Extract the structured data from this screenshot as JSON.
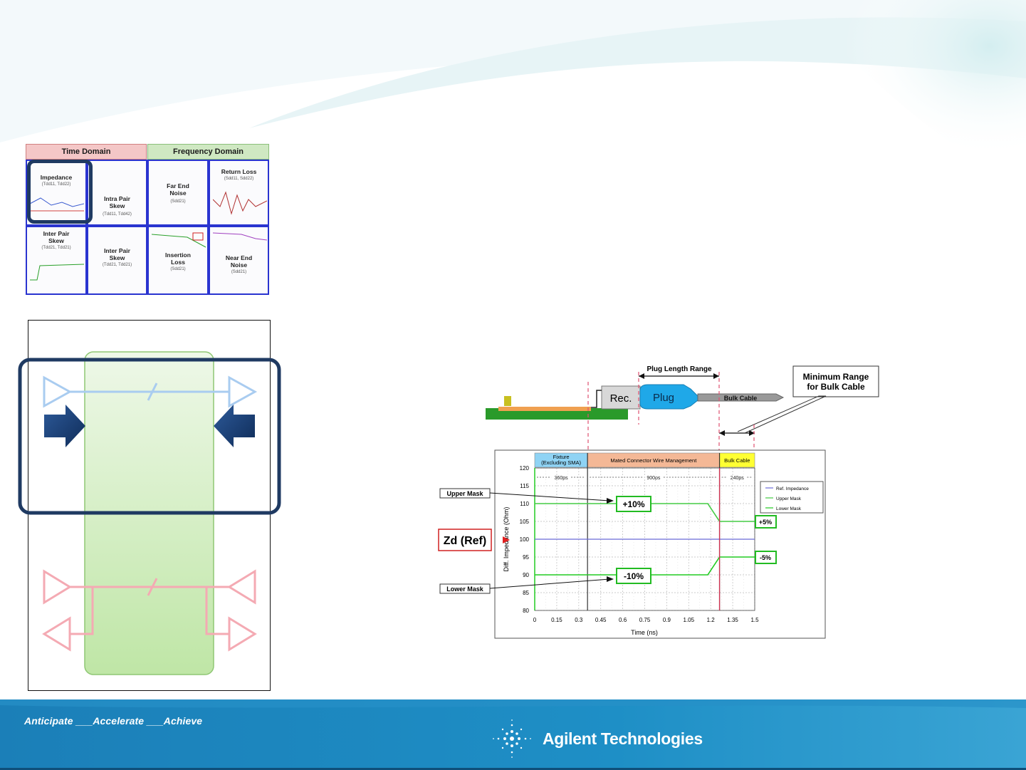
{
  "thumbnail": {
    "time_domain": "Time Domain",
    "frequency_domain": "Frequency Domain",
    "cells": [
      {
        "title": "Impedance",
        "sub": "(Tdd11, Tdd22)"
      },
      {
        "title": "Intra Pair\nSkew",
        "sub": "(Tdd11, Tdd42)"
      },
      {
        "title": "Far End\nNoise",
        "sub": "(Sdd21)"
      },
      {
        "title": "Return Loss",
        "sub": "(Sdd11, Sdd22)"
      },
      {
        "title": "Inter Pair\nSkew",
        "sub": "(Tdd21, Tdd21)"
      },
      {
        "title": "Inter Pair\nSkew",
        "sub": "(Tdd21, Tdd21)"
      },
      {
        "title": "Insertion\nLoss",
        "sub": "(Sdd21)"
      },
      {
        "title": "Near End\nNoise",
        "sub": "(Sdd21)"
      }
    ]
  },
  "plug_diagram": {
    "plug_length_range": "Plug Length Range",
    "minimum_range": "Minimum Range\nfor Bulk Cable",
    "rec": "Rec.",
    "plug": "Plug",
    "bulk_cable": "Bulk Cable"
  },
  "chart_data": {
    "type": "line",
    "xlabel": "Time (ns)",
    "ylabel": "Diff. Impedance (Ohm)",
    "xlim": [
      0,
      1.5
    ],
    "ylim": [
      80,
      120
    ],
    "x_ticks": [
      "0",
      "0.15",
      "0.3",
      "0.45",
      "0.6",
      "0.75",
      "0.9",
      "1.05",
      "1.2",
      "1.35",
      "1.5"
    ],
    "y_ticks": [
      "80",
      "85",
      "90",
      "95",
      "100",
      "105",
      "110",
      "115",
      "120"
    ],
    "regions": [
      {
        "label": "Fixture\n(Excluding SMA)",
        "from": 0,
        "to": 0.36,
        "color": "#8fd3f4"
      },
      {
        "label": "Mated Connector  Wire Management",
        "from": 0.36,
        "to": 1.26,
        "color": "#f4b896"
      },
      {
        "label": "Bulk Cable",
        "from": 1.26,
        "to": 1.5,
        "color": "#ffff33"
      }
    ],
    "durations": [
      "360ps",
      "900ps",
      "240ps"
    ],
    "legend": [
      "Ref. Impedance",
      "Upper Mask",
      "Lower Mask"
    ],
    "legend_position": "right",
    "series": [
      {
        "name": "Ref. Impedance",
        "color": "#6a6ad8",
        "x": [
          0,
          1.5
        ],
        "y": [
          100,
          100
        ]
      },
      {
        "name": "Upper Mask",
        "color": "#44cc44",
        "x": [
          0,
          1.18,
          1.26,
          1.5
        ],
        "y": [
          110,
          110,
          105,
          105
        ]
      },
      {
        "name": "Lower Mask",
        "color": "#22cc22",
        "x": [
          0,
          1.18,
          1.26,
          1.5
        ],
        "y": [
          90,
          90,
          95,
          95
        ]
      }
    ],
    "annotations": {
      "upper_mask": "Upper Mask",
      "lower_mask": "Lower Mask",
      "zd_ref": "Zd (Ref)",
      "plus10": "+10%",
      "minus10": "-10%",
      "plus5": "+5%",
      "minus5": "-5%"
    }
  },
  "footer": {
    "tagline": "Anticipate ___Accelerate ___Achieve",
    "company": "Agilent Technologies"
  },
  "colors": {
    "footer_blue": "#1b86bd",
    "highlight_navy": "#1f3a62",
    "green_box": "#c6e8b4",
    "light_blue_arrow": "#a9ccf0",
    "pink_arrow": "#f4aab3"
  }
}
